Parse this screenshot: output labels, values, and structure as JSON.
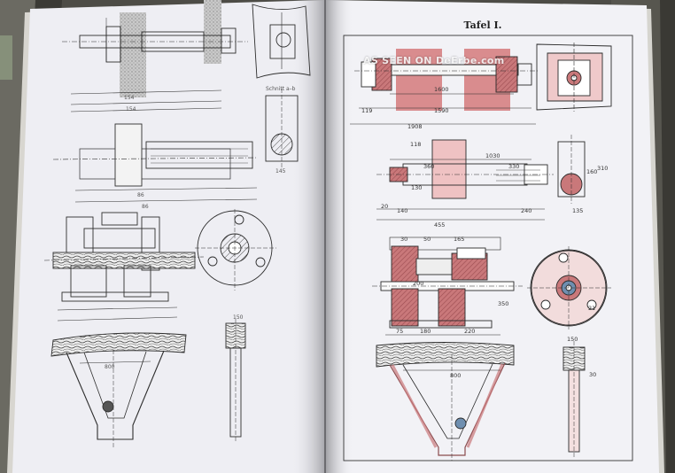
{
  "page": {
    "plate_caption": "Tafel I."
  },
  "watermark": {
    "text": "AS SEEN ON DeErbe.com"
  },
  "colors": {
    "page_paper": "#f1f1f5",
    "section_red": "#c9787a",
    "ink": "#2a2a2a",
    "cover_edge": "#3e3e3a"
  },
  "right_dimensions": {
    "d1908": "1908",
    "d1600": "1600",
    "d1590": "1590",
    "d119": "119",
    "d118": "118",
    "d1030": "1030",
    "d360": "360",
    "d330": "330",
    "d130": "130",
    "d140": "140",
    "d20": "20",
    "d240": "240",
    "d135": "135",
    "d310": "310",
    "d160": "160",
    "d455": "455",
    "d30": "30",
    "d50": "50",
    "d165": "165",
    "d200": "200",
    "d350": "350",
    "d75": "75",
    "d180": "180",
    "d220": "220",
    "d150": "150",
    "d800": "800",
    "d30b": "30",
    "d21": "21"
  },
  "left_dimensions": {
    "l154": "154",
    "l154b": "154",
    "l86": "86",
    "l86b": "86",
    "l150": "150",
    "l145": "145",
    "l_section_label": "Schnitt a–b",
    "l800": "800"
  }
}
